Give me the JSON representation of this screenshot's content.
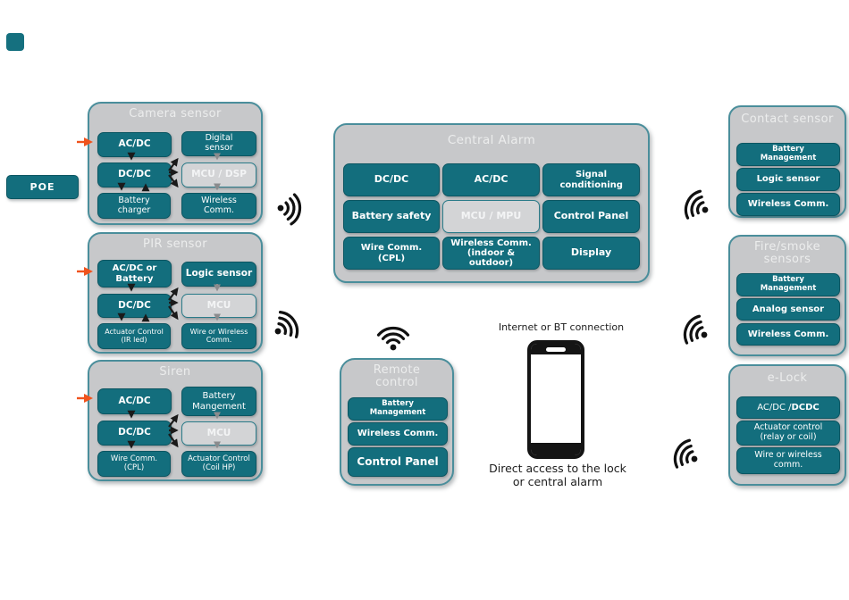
{
  "colors": {
    "teal": "#136e7d",
    "container_gray": "#c7c8ca",
    "light_block": "#d3d4d6",
    "orange_arrow": "#f0531c",
    "black_arrow": "#1a1a1a",
    "gray_arrow": "#8a8b8d"
  },
  "poe": {
    "label": "POE"
  },
  "groups": {
    "camera": {
      "title": "Camera sensor",
      "blocks": {
        "acdc": "AC/DC",
        "digital": "Digital sensor",
        "dcdc": "DC/DC",
        "mcu": "MCU / DSP",
        "battery": "Battery charger",
        "wireless": "Wireless Comm."
      }
    },
    "pir": {
      "title": "PIR sensor",
      "blocks": {
        "acdc": "AC/DC or Battery",
        "logic": "Logic sensor",
        "dcdc": "DC/DC",
        "mcu": "MCU",
        "actuator": "Actuator Control (IR led)",
        "wireless": "Wire or Wireless Comm."
      }
    },
    "siren": {
      "title": "Siren",
      "blocks": {
        "acdc": "AC/DC",
        "battery": "Battery Mangement",
        "dcdc": "DC/DC",
        "mcu": "MCU",
        "wire": "Wire Comm. (CPL)",
        "actuator": "Actuator Control (Coil HP)"
      }
    },
    "central": {
      "title": "Central Alarm",
      "blocks": {
        "dcdc": "DC/DC",
        "acdc": "AC/DC",
        "signal": "Signal conditioning",
        "battery": "Battery safety",
        "mcu": "MCU / MPU",
        "control": "Control Panel",
        "wire": "Wire Comm. (CPL)",
        "wireless": "Wireless Comm. (indoor & outdoor)",
        "display": "Display"
      }
    },
    "remote": {
      "title": "Remote control",
      "blocks": {
        "battery": "Battery Management",
        "wireless": "Wireless Comm.",
        "control": "Control Panel"
      }
    },
    "contact": {
      "title": "Contact sensor",
      "blocks": {
        "battery": "Battery Management",
        "logic": "Logic sensor",
        "wireless": "Wireless Comm."
      }
    },
    "fire": {
      "title": "Fire/smoke sensors",
      "blocks": {
        "battery": "Battery Management",
        "analog": "Analog sensor",
        "wireless": "Wireless Comm."
      }
    },
    "elock": {
      "title": "e-Lock",
      "blocks": {
        "acdc_prefix": "AC/DC / ",
        "acdc_bold": "DCDC",
        "actuator": "Actuator control (relay or coil)",
        "wireless": "Wire or wireless comm."
      }
    }
  },
  "phone": {
    "caption_top": "Internet or BT connection",
    "caption_bottom": "Direct access to the lock or central alarm"
  }
}
